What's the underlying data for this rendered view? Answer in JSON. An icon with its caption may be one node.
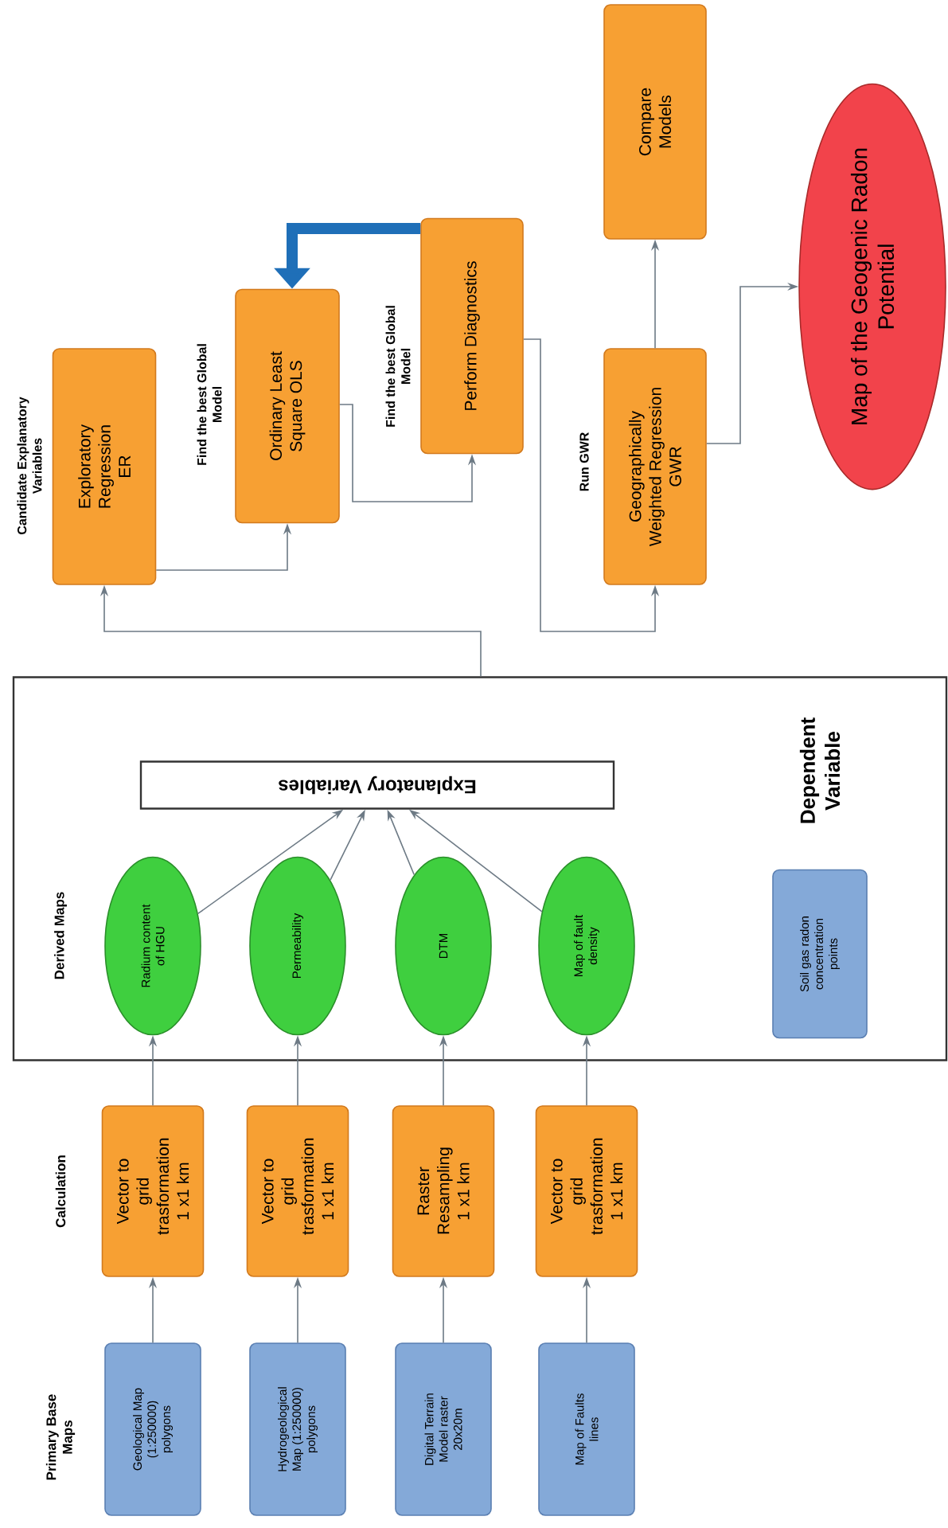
{
  "diagram": {
    "nodes": [
      {
        "text": [
          "Exploratory Regression ER"
        ],
        "beside": [
          "Candidate Explanatory Variables"
        ]
      },
      {
        "text": [
          "Ordinary Least Square OLS"
        ],
        "beside": [
          "Find the best Global Model"
        ]
      },
      {
        "text": [
          "Perform Diagnostics"
        ],
        "beside": [
          "Find the best Global Model"
        ]
      },
      {
        "text": [
          "Compare Models"
        ]
      },
      {
        "text": [
          "Geographically Weighted Regression GWR"
        ],
        "beside": [
          "Run GWR"
        ]
      },
      {
        "text": [
          "Map of the Geogenic Radon Potential"
        ]
      },
      {
        "text": [],
        "shape": "box"
      },
      {
        "text": [
          "Explanatory Variables"
        ],
        "in": 6
      },
      {
        "text": [
          "Radium content of HGU"
        ],
        "in": 6
      },
      {
        "text": [
          "Permeability"
        ],
        "in": 6
      },
      {
        "text": [
          "DTM"
        ],
        "in": 6
      },
      {
        "text": [
          "Map of fault density"
        ],
        "in": 6
      },
      {
        "text": [
          "Soil gas radon concentration points"
        ],
        "in": 6
      },
      {
        "text": [
          "Vector to grid trasformation 1 x1 km"
        ]
      },
      {
        "text": [
          "Vector to grid trasformation 1 x1 km"
        ]
      },
      {
        "text": [
          "Raster Resampling 1 x1 km"
        ]
      },
      {
        "text": [
          "Vector to grid trasformation 1 x1 km"
        ]
      },
      {
        "text": [
          "Geological Map (1:250000) polygons"
        ]
      },
      {
        "text": [
          "Hydrogeological Map (1:250000) polygons"
        ]
      },
      {
        "text": [
          "Digital Terrain Model raster 20x20m"
        ]
      },
      {
        "text": [
          "Map of Faults lines"
        ]
      }
    ],
    "edges": [
      {
        "from": 6,
        "to": 0,
        "arrow": "to"
      },
      {
        "from": 0,
        "to": 1,
        "arrow": "to"
      },
      {
        "from": 1,
        "to": 2,
        "arrow": "to"
      },
      {
        "from": 2,
        "to": 1,
        "arrow": "to",
        "style": "thick",
        "color": "#1f6fb8"
      },
      {
        "from": 2,
        "to": 4,
        "arrow": "to"
      },
      {
        "from": 4,
        "to": 3,
        "arrow": "to"
      },
      {
        "from": 4,
        "to": 5,
        "arrow": "to"
      },
      {
        "from": 17,
        "to": 13,
        "arrow": "to"
      },
      {
        "from": 18,
        "to": 14,
        "arrow": "to"
      },
      {
        "from": 19,
        "to": 15,
        "arrow": "to"
      },
      {
        "from": 20,
        "to": 16,
        "arrow": "to"
      },
      {
        "from": 13,
        "to": 8,
        "arrow": "to"
      },
      {
        "from": 14,
        "to": 9,
        "arrow": "to"
      },
      {
        "from": 15,
        "to": 10,
        "arrow": "to"
      },
      {
        "from": 16,
        "to": 11,
        "arrow": "to"
      },
      {
        "from": 8,
        "to": 7,
        "arrow": "to"
      },
      {
        "from": 9,
        "to": 7,
        "arrow": "to"
      },
      {
        "from": 10,
        "to": 7,
        "arrow": "to"
      },
      {
        "from": 11,
        "to": 7,
        "arrow": "to"
      }
    ],
    "labels": [
      "Derived Maps",
      "Calculation",
      "Primary Base Maps",
      "Dependent Variable"
    ]
  }
}
